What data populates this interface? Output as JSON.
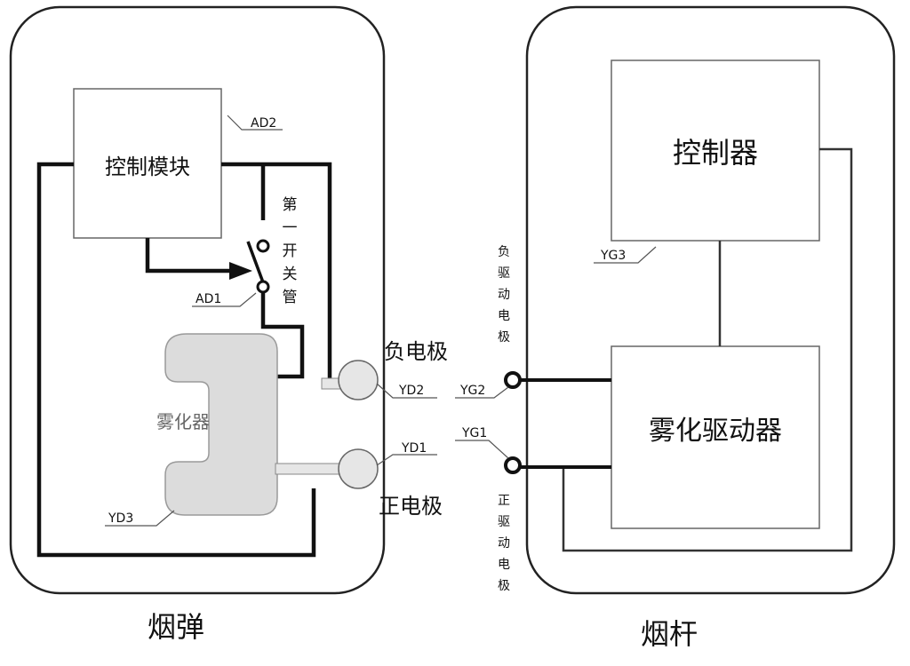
{
  "cartridge": {
    "title": "烟弹",
    "control_module": "控制模块",
    "control_module_ref": "AD2",
    "switch_ref": "AD1",
    "switch_label": [
      "第",
      "一",
      "开",
      "关",
      "管"
    ],
    "atomizer": "雾化器",
    "atomizer_ref": "YD3",
    "neg_electrode": "负电极",
    "neg_electrode_ref": "YD2",
    "pos_electrode": "正电极",
    "pos_electrode_ref": "YD1"
  },
  "rod": {
    "title": "烟杆",
    "controller": "控制器",
    "controller_ref": "YG3",
    "driver": "雾化驱动器",
    "neg_drive_ref": "YG2",
    "neg_drive_label": [
      "负",
      "驱",
      "动",
      "电",
      "极"
    ],
    "pos_drive_ref": "YG1",
    "pos_drive_label": [
      "正",
      "驱",
      "动",
      "电",
      "极"
    ]
  },
  "colors": {
    "outline": "#222222",
    "wire": "#111111",
    "atomizer_fill": "#dcdcdc",
    "atomizer_stroke": "#9a9a9a",
    "terminal_fill": "#e6e6e6"
  }
}
